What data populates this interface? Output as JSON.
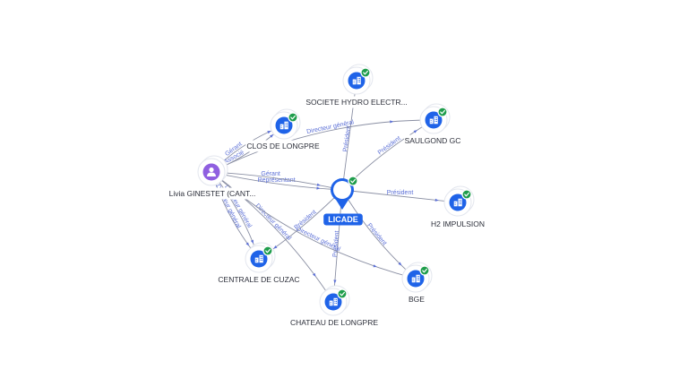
{
  "diagram": {
    "center": {
      "id": "licade",
      "label": "LICADE",
      "type": "company",
      "verified": true
    },
    "nodes": [
      {
        "id": "societe_hydro",
        "label": "SOCIETE HYDRO ELECTR...",
        "type": "company",
        "verified": true
      },
      {
        "id": "clos_longpre",
        "label": "CLOS DE LONGPRE",
        "type": "company",
        "verified": true
      },
      {
        "id": "saulgond",
        "label": "SAULGOND GC",
        "type": "company",
        "verified": true
      },
      {
        "id": "livia",
        "label": "Livia GINESTET (CANT...",
        "type": "person",
        "verified": false
      },
      {
        "id": "h2",
        "label": "H2 IMPULSION",
        "type": "company",
        "verified": true
      },
      {
        "id": "centrale",
        "label": "CENTRALE DE CUZAC",
        "type": "company",
        "verified": true
      },
      {
        "id": "bge",
        "label": "BGE",
        "type": "company",
        "verified": true
      },
      {
        "id": "chateau",
        "label": "CHATEAU DE LONGPRE",
        "type": "company",
        "verified": true
      }
    ],
    "edges": [
      {
        "from": "licade",
        "to": "societe_hydro",
        "label": "Président"
      },
      {
        "from": "licade",
        "to": "saulgond",
        "label": "Président"
      },
      {
        "from": "licade",
        "to": "h2",
        "label": "Président"
      },
      {
        "from": "licade",
        "to": "bge",
        "label": "Président"
      },
      {
        "from": "licade",
        "to": "chateau",
        "label": "Président"
      },
      {
        "from": "licade",
        "to": "centrale",
        "label": "Président"
      },
      {
        "from": "livia",
        "to": "licade",
        "label": "Représentant"
      },
      {
        "from": "livia",
        "to": "licade",
        "label": "Gérant"
      },
      {
        "from": "livia",
        "to": "clos_longpre",
        "label": "Gérant"
      },
      {
        "from": "livia",
        "to": "clos_longpre",
        "label": "Associé"
      },
      {
        "from": "livia",
        "to": "centrale",
        "label": "Directeur général"
      },
      {
        "from": "livia",
        "to": "centrale",
        "label": "Directeur général"
      },
      {
        "from": "livia",
        "to": "chateau",
        "label": "Directeur général"
      },
      {
        "from": "livia",
        "to": "saulgond",
        "label": "Directeur général"
      },
      {
        "from": "livia",
        "to": "bge",
        "label": "Directeur général"
      }
    ]
  }
}
